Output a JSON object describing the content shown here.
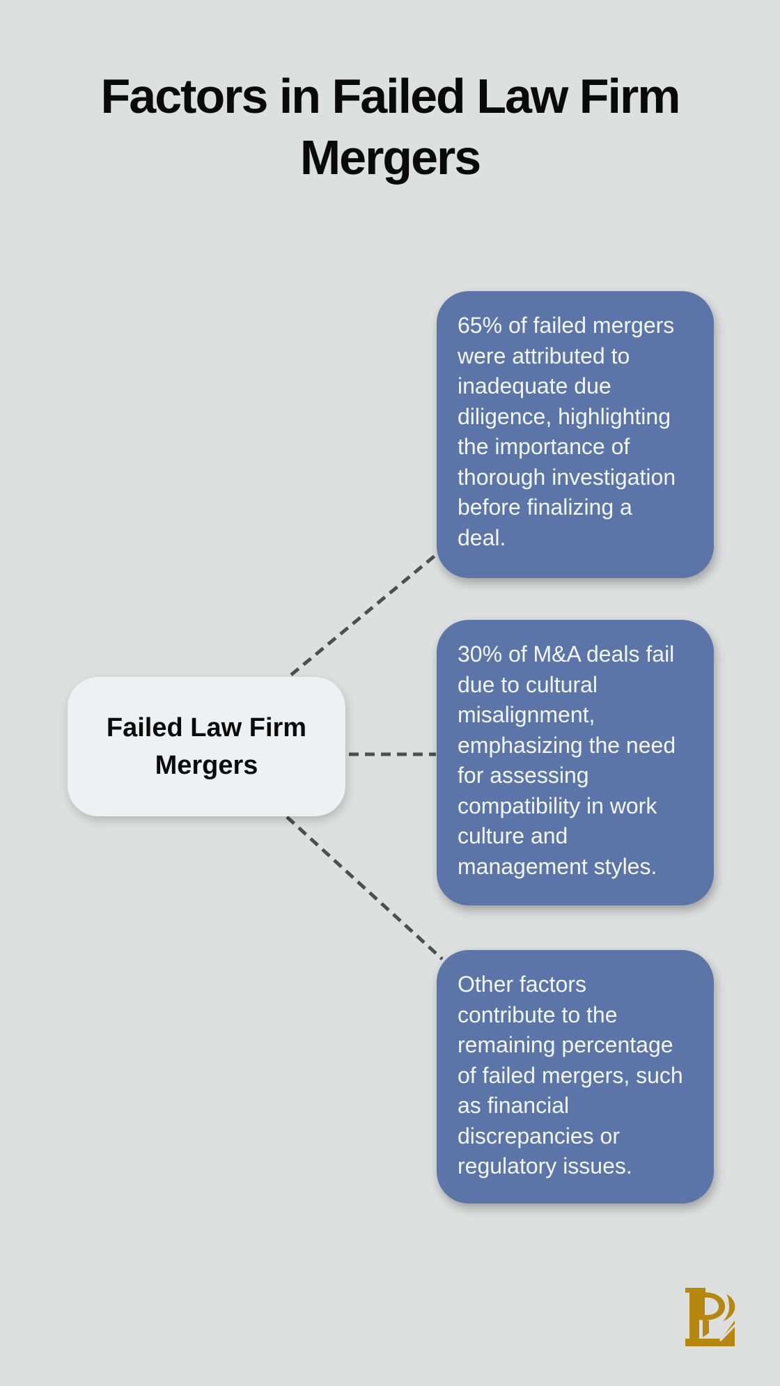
{
  "title": "Factors in Failed Law Firm\nMergers",
  "center_node": {
    "label": "Failed Law Firm\nMergers"
  },
  "factors": [
    {
      "text": "65% of failed mergers\nwere attributed to\ninadequate due\ndiligence, highlighting\nthe importance of\nthorough investigation\nbefore finalizing a\ndeal."
    },
    {
      "text": "30% of M&A deals fail\ndue to cultural\nmisalignment,\nemphasizing the need\nfor assessing\ncompatibility in work\nculture and\nmanagement styles."
    },
    {
      "text": "Other factors\ncontribute to the\nremaining percentage\nof failed mergers, such\nas financial\ndiscrepancies or\nregulatory issues."
    }
  ],
  "connections": [
    {
      "from": "center-node",
      "to": "factor-1"
    },
    {
      "from": "center-node",
      "to": "factor-2"
    },
    {
      "from": "center-node",
      "to": "factor-3"
    }
  ],
  "logo": {
    "name": "lp-monogram"
  },
  "colors": {
    "background": "#dee0e0",
    "card_fill": "#5b75a9",
    "card_text": "#f3f6fa",
    "node_fill": "#eff0f2",
    "node_text": "#0b0b0b",
    "title_text": "#0a0a0a",
    "connector": "#4e4e4e",
    "logo_gold": "#b5870f"
  }
}
